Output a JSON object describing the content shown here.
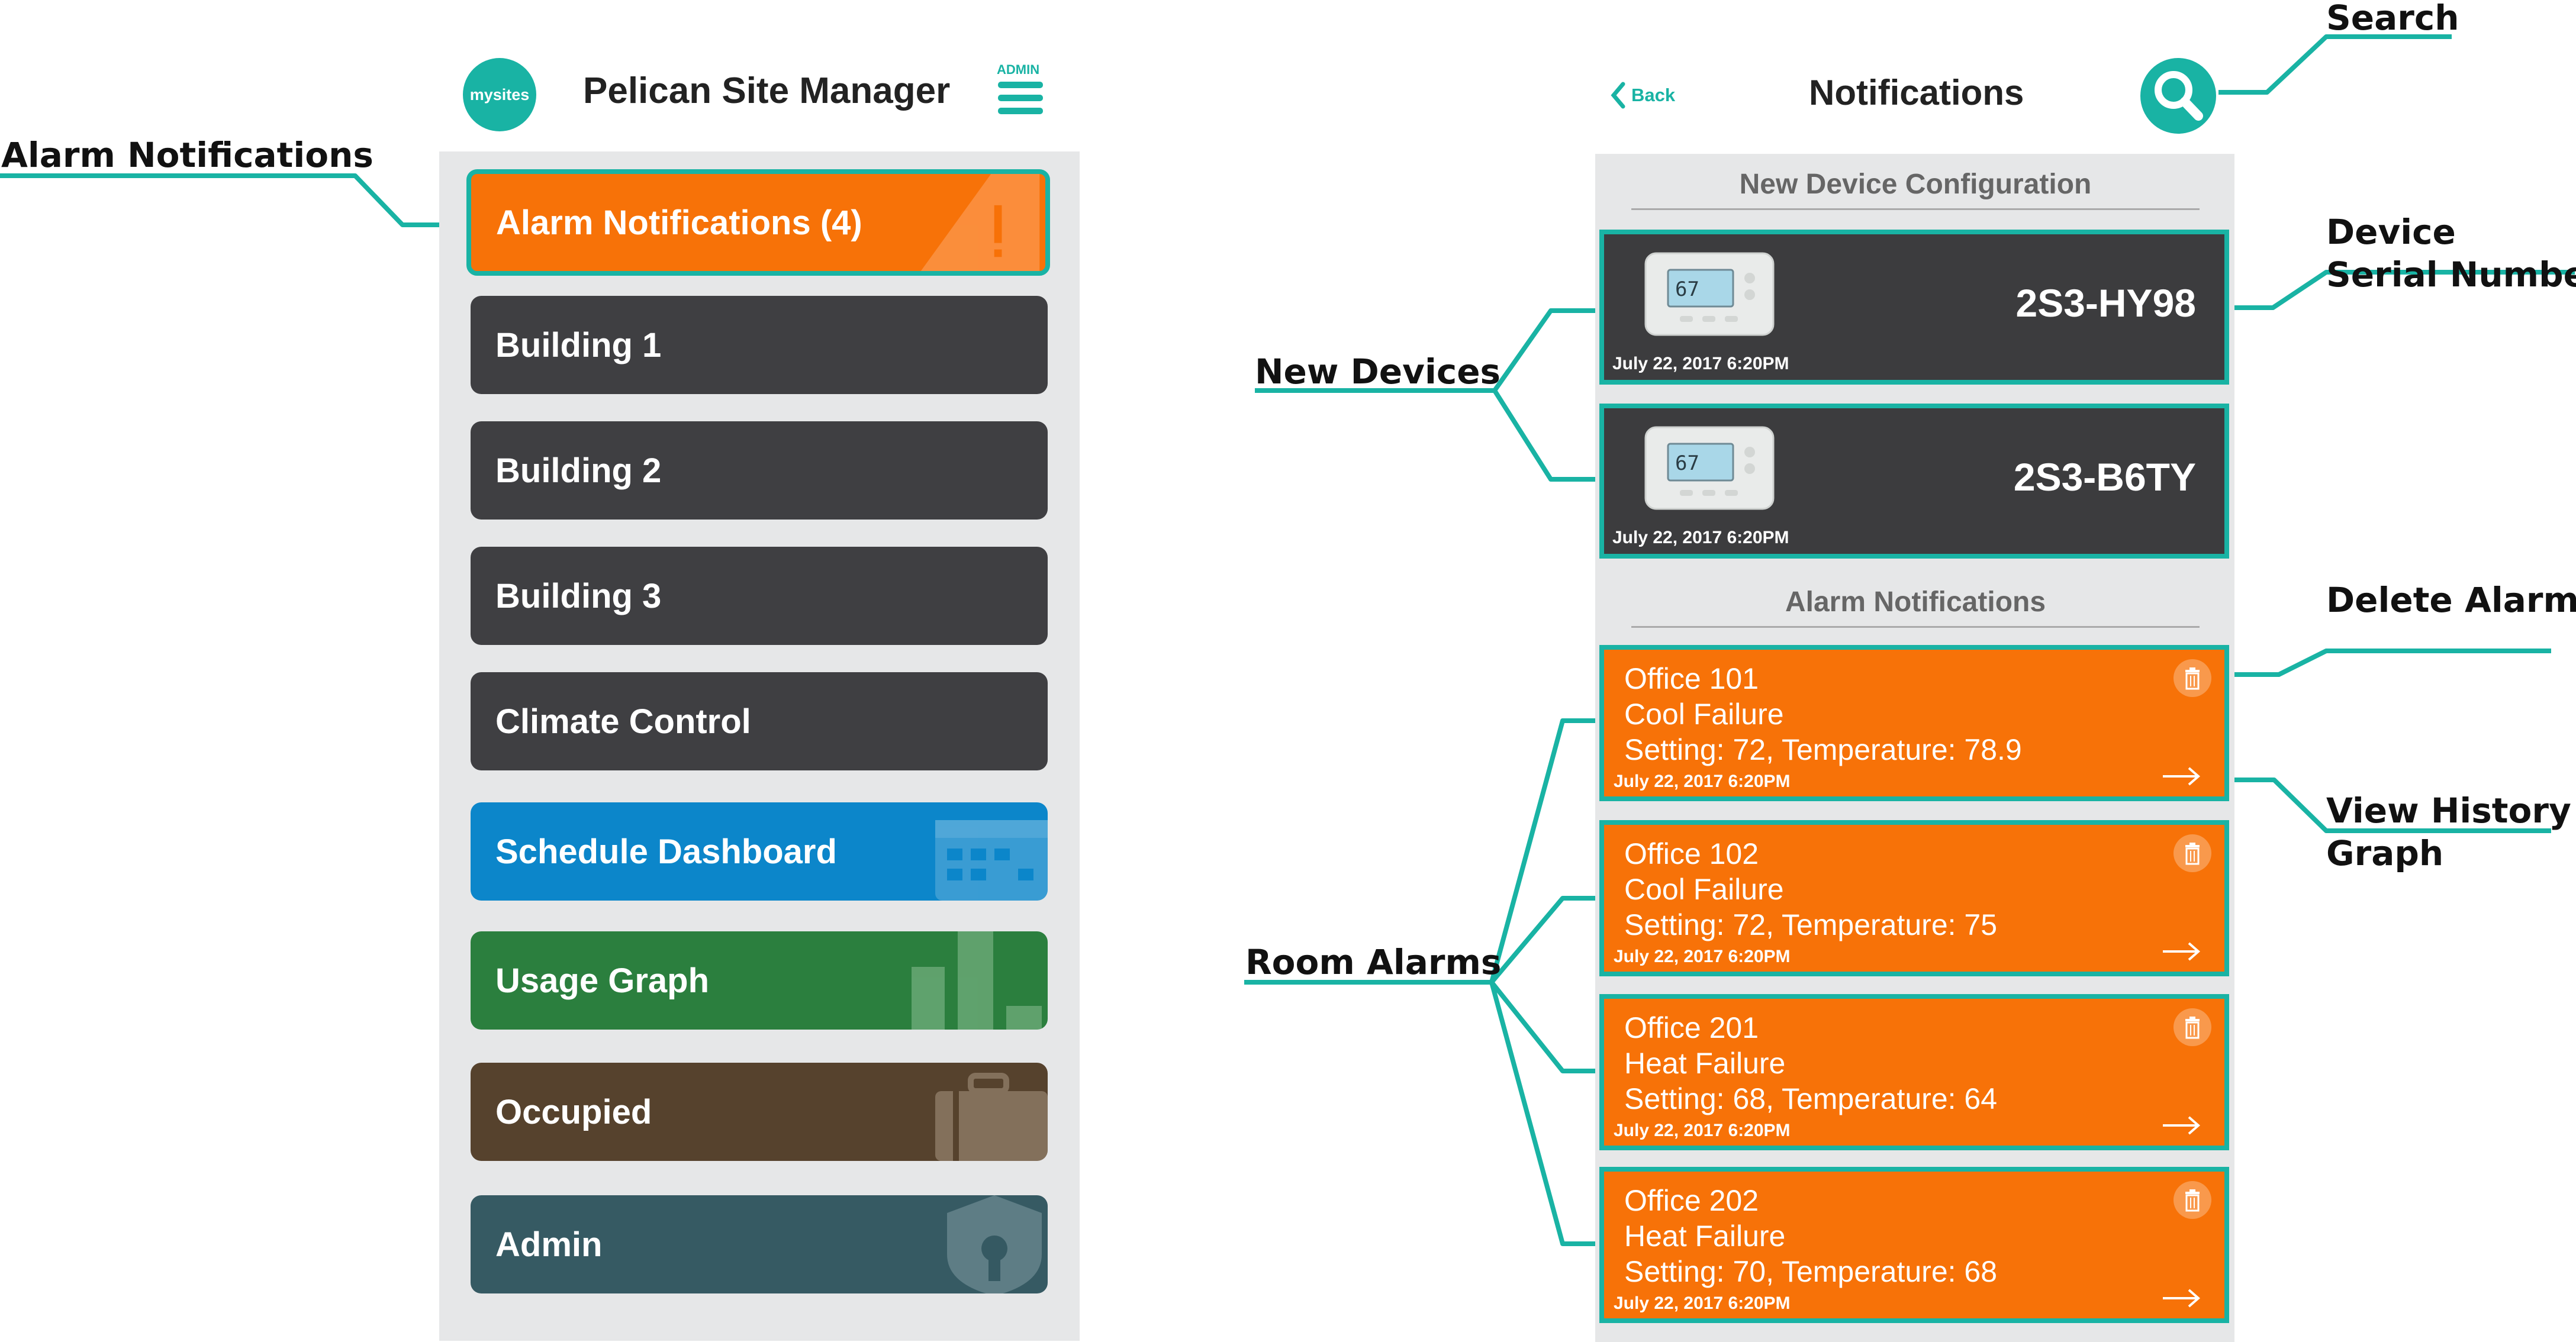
{
  "callouts": {
    "alarm_notifications": "Alarm Notifications",
    "search": "Search",
    "device_serial_line1": "Device",
    "device_serial_line2": "Serial Number",
    "new_devices": "New Devices",
    "delete_alarm": "Delete Alarm",
    "view_history_line1": "View History",
    "view_history_line2": "Graph",
    "room_alarms": "Room Alarms"
  },
  "left_screen": {
    "logo": "mysites",
    "title": "Pelican Site Manager",
    "admin_label": "ADMIN",
    "menu": [
      {
        "label": "Alarm Notifications (4)",
        "color": "#f77208"
      },
      {
        "label": "Building 1",
        "color": "#3f3f42"
      },
      {
        "label": "Building 2",
        "color": "#3f3f42"
      },
      {
        "label": "Building 3",
        "color": "#3f3f42"
      },
      {
        "label": "Climate Control",
        "color": "#3f3f42"
      },
      {
        "label": "Schedule Dashboard",
        "color": "#0c86ca"
      },
      {
        "label": "Usage Graph",
        "color": "#2b7f3e"
      },
      {
        "label": "Occupied",
        "color": "#56422d"
      },
      {
        "label": "Admin",
        "color": "#365a63"
      }
    ]
  },
  "right_screen": {
    "back_label": "Back",
    "title": "Notifications",
    "section_new_devices": "New Device Configuration",
    "section_alarms": "Alarm Notifications",
    "devices": [
      {
        "serial": "2S3-HY98",
        "datetime": "July 22, 2017  6:20PM",
        "thermostat_display": "67"
      },
      {
        "serial": "2S3-B6TY",
        "datetime": "July 22, 2017  6:20PM",
        "thermostat_display": "67"
      }
    ],
    "alarms": [
      {
        "room": "Office 101",
        "type": "Cool Failure",
        "detail": "Setting: 72, Temperature: 78.9",
        "datetime": "July 22, 2017  6:20PM"
      },
      {
        "room": "Office 102",
        "type": "Cool Failure",
        "detail": "Setting: 72, Temperature: 75",
        "datetime": "July 22, 2017  6:20PM"
      },
      {
        "room": "Office 201",
        "type": "Heat Failure",
        "detail": "Setting: 68, Temperature: 64",
        "datetime": "July 22, 2017  6:20PM"
      },
      {
        "room": "Office 202",
        "type": "Heat Failure",
        "detail": "Setting: 70, Temperature: 68",
        "datetime": "July 22, 2017  6:20PM"
      }
    ]
  },
  "colors": {
    "accent": "#19b3a4",
    "alarm": "#f77208",
    "panel": "#e6e7e8"
  }
}
